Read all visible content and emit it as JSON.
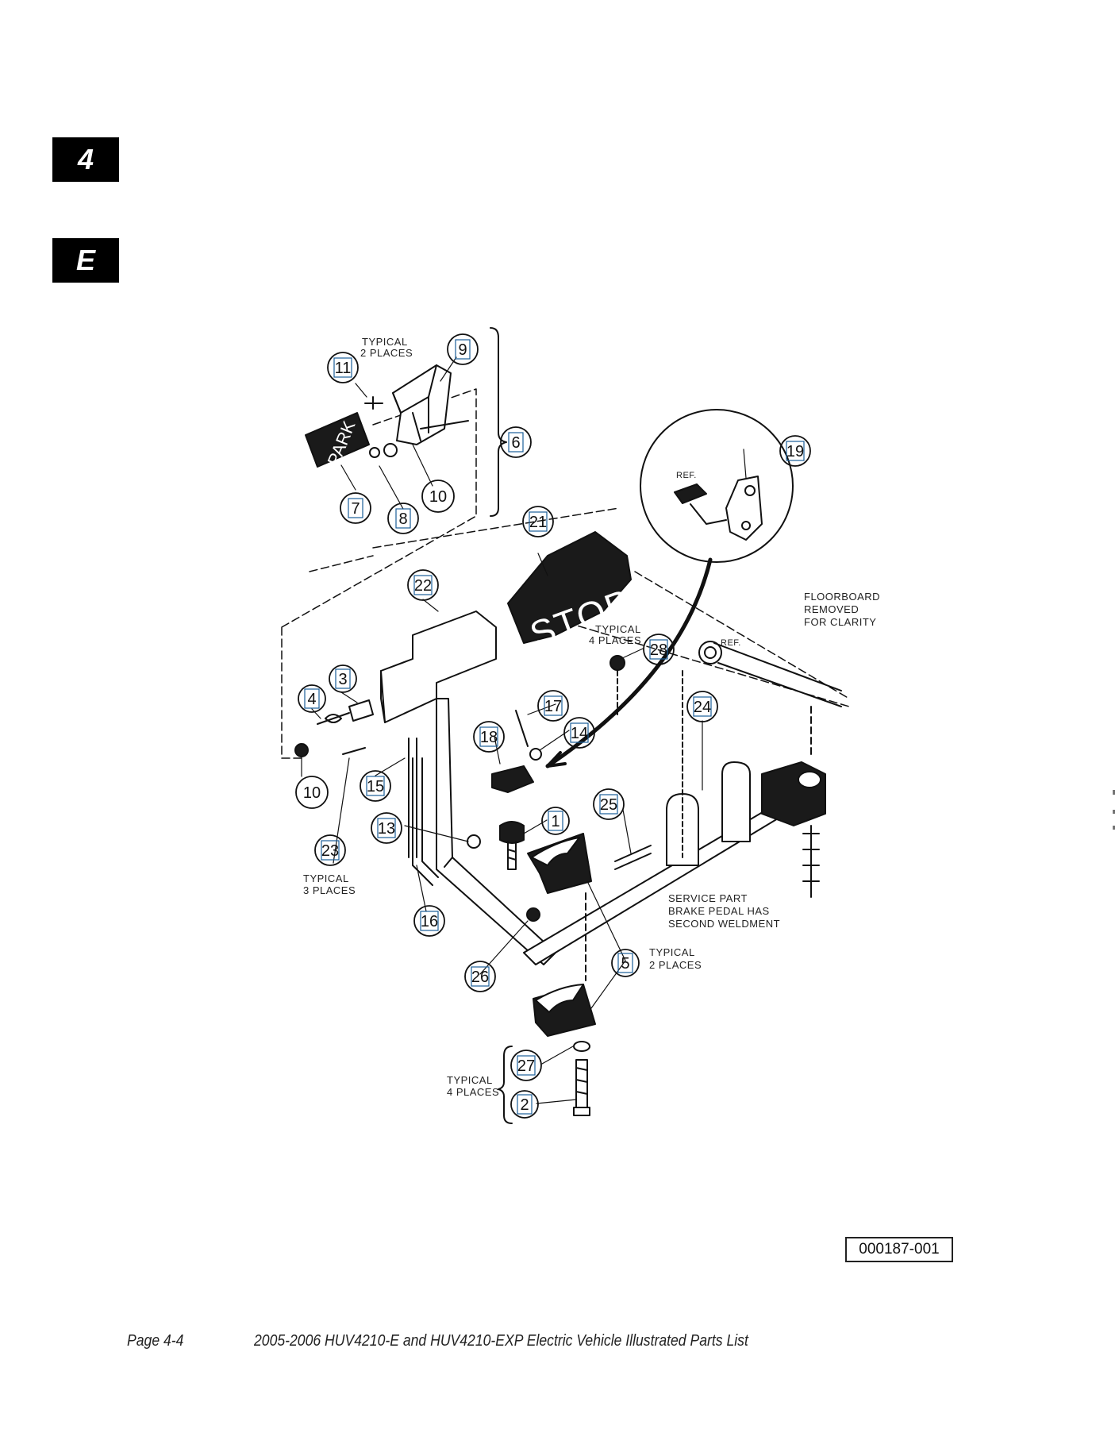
{
  "tabs": {
    "section": "4",
    "subsection": "E"
  },
  "callouts": [
    {
      "num": "1"
    },
    {
      "num": "2"
    },
    {
      "num": "3"
    },
    {
      "num": "4"
    },
    {
      "num": "5"
    },
    {
      "num": "6"
    },
    {
      "num": "7"
    },
    {
      "num": "8"
    },
    {
      "num": "9"
    },
    {
      "num": "10"
    },
    {
      "num": "10"
    },
    {
      "num": "11"
    },
    {
      "num": "13"
    },
    {
      "num": "14"
    },
    {
      "num": "15"
    },
    {
      "num": "16"
    },
    {
      "num": "17"
    },
    {
      "num": "18"
    },
    {
      "num": "19"
    },
    {
      "num": "21"
    },
    {
      "num": "22"
    },
    {
      "num": "23"
    },
    {
      "num": "24"
    },
    {
      "num": "25"
    },
    {
      "num": "26"
    },
    {
      "num": "27"
    },
    {
      "num": "28"
    }
  ],
  "notes": {
    "typical_2_places_top": [
      "TYPICAL",
      "2 PLACES"
    ],
    "typical_4_places_nut": [
      "TYPICAL",
      "4 PLACES"
    ],
    "typical_3_places": [
      "TYPICAL",
      "3 PLACES"
    ],
    "typical_2_places_clamp": [
      "TYPICAL",
      "2 PLACES"
    ],
    "typical_4_places_bolt": [
      "TYPICAL",
      "4 PLACES"
    ],
    "floorboard": [
      "FLOORBOARD",
      "REMOVED",
      "FOR CLARITY"
    ],
    "service_part": [
      "SERVICE PART",
      "BRAKE PEDAL HAS",
      "SECOND WELDMENT"
    ],
    "ref_detail": "REF.",
    "ref_shaft": "REF."
  },
  "pedal_labels": {
    "park": "PARK",
    "stop": "STOP"
  },
  "figure_id": "000187-001",
  "footer": {
    "page": "Page 4-4",
    "title": "2005-2006 HUV4210-E and HUV4210-EXP Electric Vehicle Illustrated Parts List"
  }
}
